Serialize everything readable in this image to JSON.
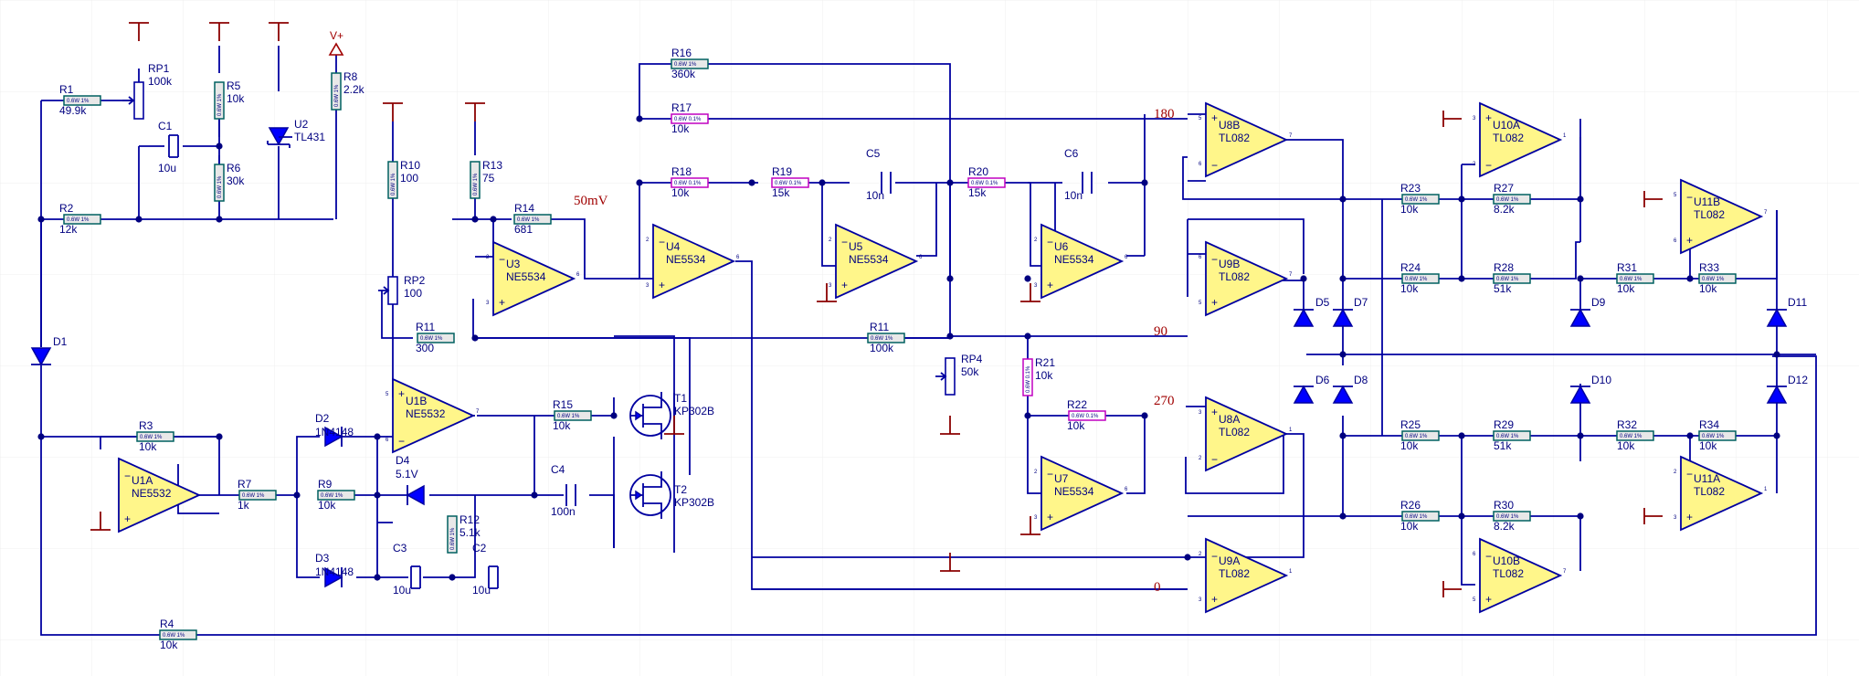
{
  "resistors": [
    {
      "id": "R1",
      "ref": "R1",
      "val": "49.9k"
    },
    {
      "id": "R2",
      "ref": "R2",
      "val": "12k"
    },
    {
      "id": "R3",
      "ref": "R3",
      "val": "10k"
    },
    {
      "id": "R4",
      "ref": "R4",
      "val": "10k"
    },
    {
      "id": "R5",
      "ref": "R5",
      "val": "10k"
    },
    {
      "id": "R6",
      "ref": "R6",
      "val": "30k"
    },
    {
      "id": "R7",
      "ref": "R7",
      "val": "1k"
    },
    {
      "id": "R8",
      "ref": "R8",
      "val": "2.2k"
    },
    {
      "id": "R9",
      "ref": "R9",
      "val": "10k"
    },
    {
      "id": "R10",
      "ref": "R10",
      "val": "100"
    },
    {
      "id": "R11a",
      "ref": "R11",
      "val": "300"
    },
    {
      "id": "R11b",
      "ref": "R11",
      "val": "100k"
    },
    {
      "id": "R12",
      "ref": "R12",
      "val": "5.1k"
    },
    {
      "id": "R13",
      "ref": "R13",
      "val": "75"
    },
    {
      "id": "R14",
      "ref": "R14",
      "val": "681"
    },
    {
      "id": "R15",
      "ref": "R15",
      "val": "10k"
    },
    {
      "id": "R16",
      "ref": "R16",
      "val": "360k"
    },
    {
      "id": "R17",
      "ref": "R17",
      "val": "10k"
    },
    {
      "id": "R18",
      "ref": "R18",
      "val": "10k"
    },
    {
      "id": "R19",
      "ref": "R19",
      "val": "15k"
    },
    {
      "id": "R20",
      "ref": "R20",
      "val": "15k"
    },
    {
      "id": "R21",
      "ref": "R21",
      "val": "10k"
    },
    {
      "id": "R22",
      "ref": "R22",
      "val": "10k"
    },
    {
      "id": "R23",
      "ref": "R23",
      "val": "10k"
    },
    {
      "id": "R24",
      "ref": "R24",
      "val": "10k"
    },
    {
      "id": "R25",
      "ref": "R25",
      "val": "10k"
    },
    {
      "id": "R26",
      "ref": "R26",
      "val": "10k"
    },
    {
      "id": "R27",
      "ref": "R27",
      "val": "8.2k"
    },
    {
      "id": "R28",
      "ref": "R28",
      "val": "51k"
    },
    {
      "id": "R29",
      "ref": "R29",
      "val": "51k"
    },
    {
      "id": "R30",
      "ref": "R30",
      "val": "8.2k"
    },
    {
      "id": "R31",
      "ref": "R31",
      "val": "10k"
    },
    {
      "id": "R32",
      "ref": "R32",
      "val": "10k"
    },
    {
      "id": "R33",
      "ref": "R33",
      "val": "10k"
    },
    {
      "id": "R34",
      "ref": "R34",
      "val": "10k"
    }
  ],
  "capacitors": [
    {
      "id": "C1",
      "ref": "C1",
      "val": "10u"
    },
    {
      "id": "C2",
      "ref": "C2",
      "val": "10u"
    },
    {
      "id": "C3",
      "ref": "C3",
      "val": "10u"
    },
    {
      "id": "C4",
      "ref": "C4",
      "val": "100n"
    },
    {
      "id": "C5",
      "ref": "C5",
      "val": "10n"
    },
    {
      "id": "C6",
      "ref": "C6",
      "val": "10n"
    }
  ],
  "amps": [
    {
      "id": "U1A",
      "ref": "U1A",
      "part": "NE5532"
    },
    {
      "id": "U1B",
      "ref": "U1B",
      "part": "NE5532"
    },
    {
      "id": "U3",
      "ref": "U3",
      "part": "NE5534"
    },
    {
      "id": "U4",
      "ref": "U4",
      "part": "NE5534"
    },
    {
      "id": "U5",
      "ref": "U5",
      "part": "NE5534"
    },
    {
      "id": "U6",
      "ref": "U6",
      "part": "NE5534"
    },
    {
      "id": "U7",
      "ref": "U7",
      "part": "NE5534"
    },
    {
      "id": "U8A",
      "ref": "U8A",
      "part": "TL082"
    },
    {
      "id": "U8B",
      "ref": "U8B",
      "part": "TL082"
    },
    {
      "id": "U9A",
      "ref": "U9A",
      "part": "TL082"
    },
    {
      "id": "U9B",
      "ref": "U9B",
      "part": "TL082"
    },
    {
      "id": "U10A",
      "ref": "U10A",
      "part": "TL082"
    },
    {
      "id": "U10B",
      "ref": "U10B",
      "part": "TL082"
    },
    {
      "id": "U11A",
      "ref": "U11A",
      "part": "TL082"
    },
    {
      "id": "U11B",
      "ref": "U11B",
      "part": "TL082"
    }
  ],
  "diodes": [
    {
      "id": "D1",
      "ref": "D1",
      "val": ""
    },
    {
      "id": "D2",
      "ref": "D2",
      "val": "1N4148"
    },
    {
      "id": "D3",
      "ref": "D3",
      "val": "1N4148"
    },
    {
      "id": "D4",
      "ref": "D4",
      "val": "5.1V"
    },
    {
      "id": "D5",
      "ref": "D5",
      "val": ""
    },
    {
      "id": "D6",
      "ref": "D6",
      "val": ""
    },
    {
      "id": "D7",
      "ref": "D7",
      "val": ""
    },
    {
      "id": "D8",
      "ref": "D8",
      "val": ""
    },
    {
      "id": "D9",
      "ref": "D9",
      "val": ""
    },
    {
      "id": "D10",
      "ref": "D10",
      "val": ""
    },
    {
      "id": "D11",
      "ref": "D11",
      "val": ""
    },
    {
      "id": "D12",
      "ref": "D12",
      "val": ""
    }
  ],
  "pots": [
    {
      "id": "RP1",
      "ref": "RP1",
      "val": "100k"
    },
    {
      "id": "RP2",
      "ref": "RP2",
      "val": "100"
    },
    {
      "id": "RP4",
      "ref": "RP4",
      "val": "50k"
    }
  ],
  "transistors": [
    {
      "id": "T1",
      "ref": "T1",
      "part": "KP302B"
    },
    {
      "id": "T2",
      "ref": "T2",
      "part": "KP302B"
    }
  ],
  "reference": {
    "ref": "U2",
    "part": "TL431"
  },
  "supply": {
    "vplus": "V+"
  },
  "net_labels": {
    "l50mV": "50mV",
    "l180": "180",
    "l90": "90",
    "l270": "270",
    "l0": "0"
  },
  "resistor_spec": "0.6W 1%",
  "resistor_spec_precise": "0.6W 0.1%",
  "colors": {
    "wire": "#0000a0",
    "amp_fill": "#fff68a",
    "diode": "#0000ff",
    "label": "#000080",
    "net_label": "#a00000"
  }
}
